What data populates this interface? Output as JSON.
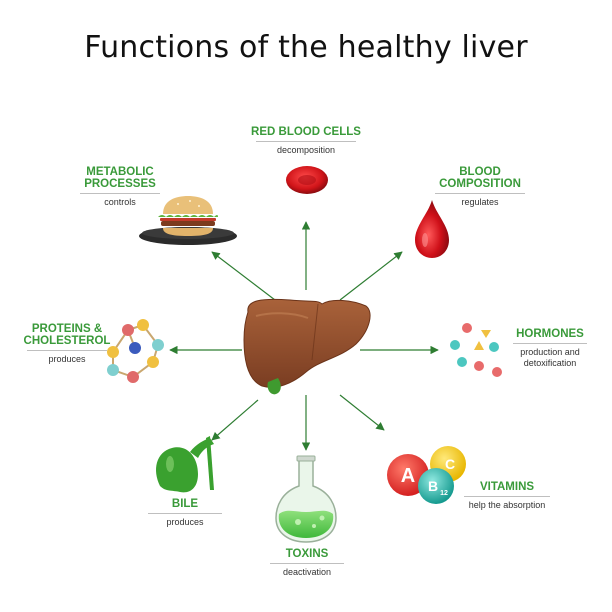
{
  "title": "Functions of the healthy liver",
  "functions": {
    "red_blood_cells": {
      "name": "RED BLOOD CELLS",
      "action": "decomposition"
    },
    "metabolic": {
      "name_line1": "METABOLIC",
      "name_line2": "PROCESSES",
      "action": "controls"
    },
    "blood_composition": {
      "name_line1": "BLOOD",
      "name_line2": "COMPOSITION",
      "action": "regulates"
    },
    "proteins": {
      "name_line1": "PROTEINS &",
      "name_line2": "CHOLESTEROL",
      "action": "produces"
    },
    "hormones": {
      "name": "HORMONES",
      "action_line1": "production and",
      "action_line2": "detoxification"
    },
    "bile": {
      "name": "BILE",
      "action": "produces"
    },
    "toxins": {
      "name": "TOXINS",
      "action": "deactivation"
    },
    "vitamins": {
      "name": "VITAMINS",
      "action": "help the absorption"
    }
  },
  "vitamin_letters": {
    "a": "A",
    "c": "C",
    "b": "B",
    "b_sub": "12"
  },
  "colors": {
    "heading_green": "#3a9a3a",
    "arrow_green": "#2e7d32",
    "liver": "#8b4a2b",
    "blood_red": "#c4121a"
  }
}
